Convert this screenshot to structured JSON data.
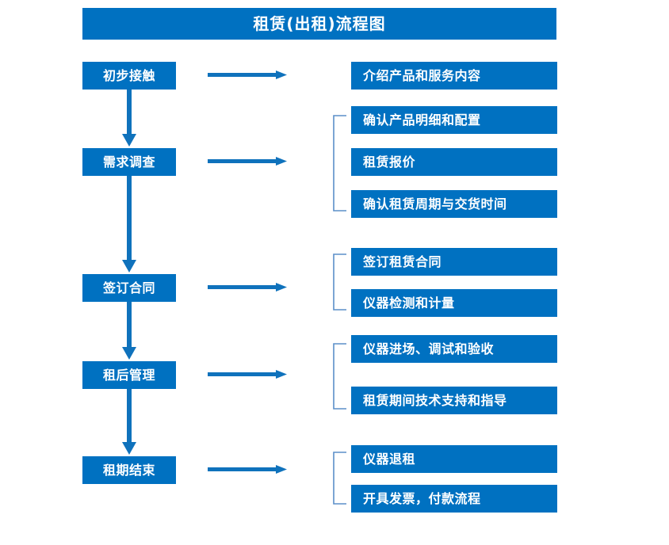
{
  "diagram": {
    "title": "租赁(出租)流程图",
    "colors": {
      "box_fill": "#0071C1",
      "box_text": "#FFFFFF",
      "arrow": "#0F72BC",
      "bracket": "#5B8FC9",
      "background": "#FFFFFF"
    },
    "stages": [
      {
        "id": "stage-1",
        "label": "初步接触"
      },
      {
        "id": "stage-2",
        "label": "需求调查"
      },
      {
        "id": "stage-3",
        "label": "签订合同"
      },
      {
        "id": "stage-4",
        "label": "租后管理"
      },
      {
        "id": "stage-5",
        "label": "租期结束"
      }
    ],
    "tasks": [
      {
        "id": "task-1",
        "label": "介绍产品和服务内容",
        "stage": "stage-1"
      },
      {
        "id": "task-2",
        "label": "确认产品明细和配置",
        "stage": "stage-2"
      },
      {
        "id": "task-3",
        "label": "租赁报价",
        "stage": "stage-2"
      },
      {
        "id": "task-4",
        "label": "确认租赁周期与交货时间",
        "stage": "stage-2"
      },
      {
        "id": "task-5",
        "label": "签订租赁合同",
        "stage": "stage-3"
      },
      {
        "id": "task-6",
        "label": "仪器检测和计量",
        "stage": "stage-3"
      },
      {
        "id": "task-7",
        "label": "仪器进场、调试和验收",
        "stage": "stage-4"
      },
      {
        "id": "task-8",
        "label": "租赁期间技术支持和指导",
        "stage": "stage-4"
      },
      {
        "id": "task-9",
        "label": "仪器退租",
        "stage": "stage-5"
      },
      {
        "id": "task-10",
        "label": "开具发票，付款流程",
        "stage": "stage-5"
      }
    ],
    "connectors": {
      "vertical_arrow_count": 4,
      "horizontal_arrow_count": 5,
      "bracket_count": 4
    }
  }
}
